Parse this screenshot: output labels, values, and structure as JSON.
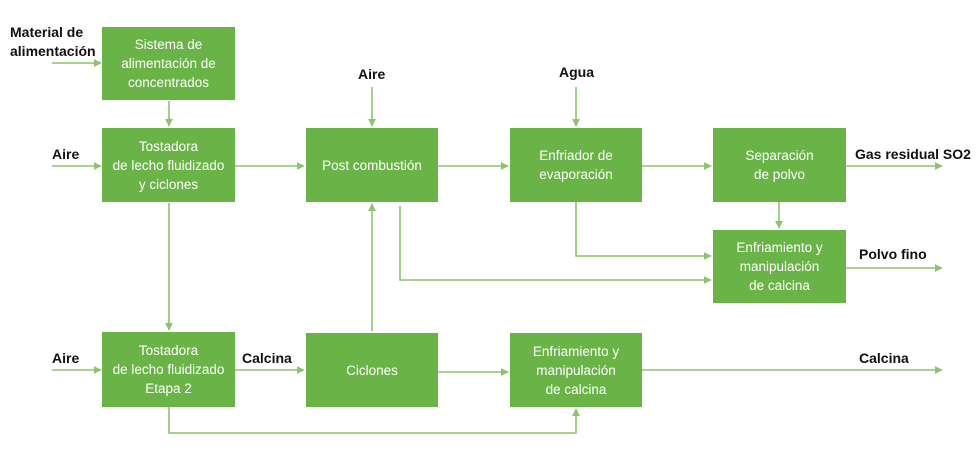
{
  "colors": {
    "box_fill": "#6ab447",
    "arrow": "#8cc46c",
    "box_text": "#ffffff",
    "label_text": "#111111"
  },
  "boxes": {
    "concentrate_system": "Sistema de\nalimentación de\nconcentrados",
    "roaster_1": "Tostadora\nde lecho fluidizado\ny ciclones",
    "post_combustion": "Post combustión",
    "evaporative_cooler": "Enfriador de\nevaporación",
    "dust_separation": "Separación\nde polvo",
    "calcine_handling_upper": "Enfriamiento y\nmanipulación\nde calcina",
    "roaster_2": "Tostadora\nde lecho fluidizado\nEtapa 2",
    "cyclones": "Ciclones",
    "calcine_handling_lower": "Enfriamiento y\nmanipulación\nde calcina"
  },
  "labels": {
    "feed_material": "Material de\nalimentación",
    "air_roaster_1": "Aire",
    "air_post_combustion": "Aire",
    "water": "Agua",
    "waste_gas": "Gas residual SO2",
    "fine_dust": "Polvo fino",
    "air_roaster_2": "Aire",
    "calcine_mid": "Calcina",
    "calcine_out": "Calcina"
  }
}
